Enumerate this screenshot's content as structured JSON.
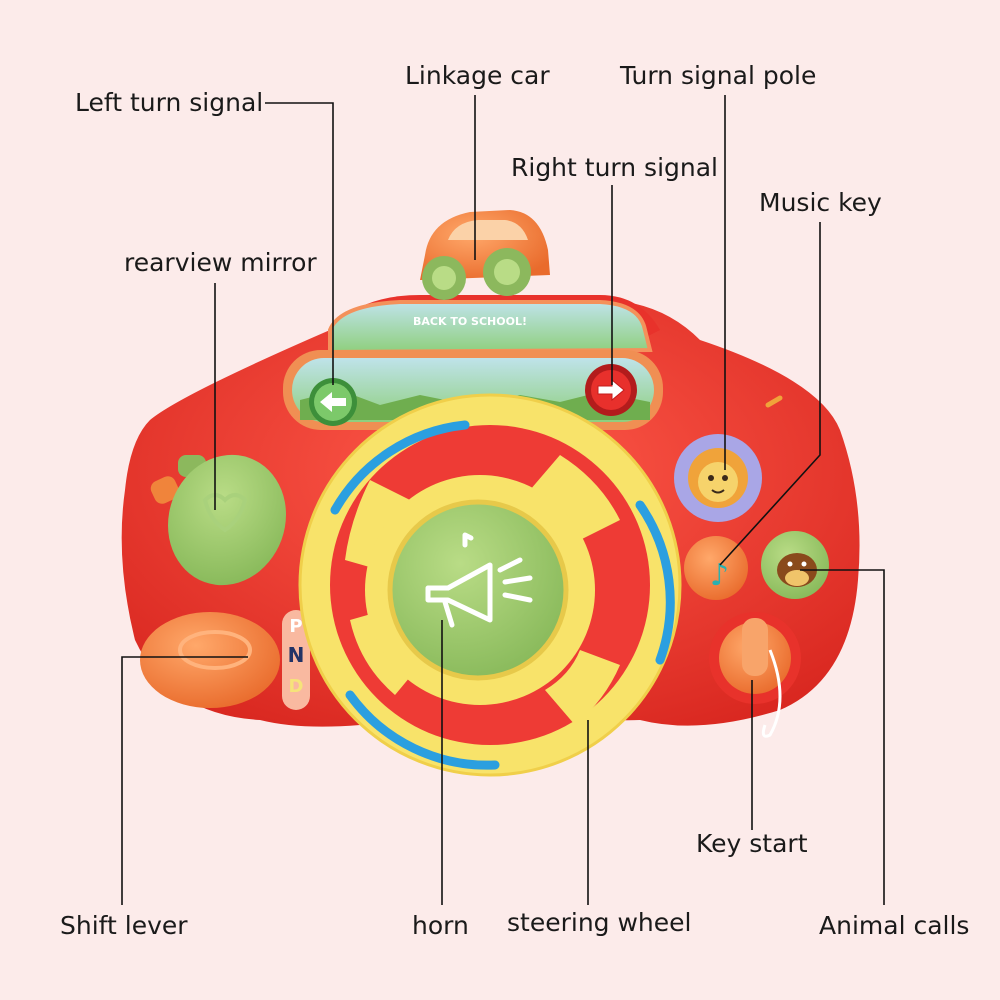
{
  "labels": {
    "left_turn_signal": "Left turn signal",
    "linkage_car": "Linkage car",
    "turn_signal_pole": "Turn signal pole",
    "right_turn_signal": "Right turn signal",
    "music_key": "Music key",
    "rearview_mirror": "rearview mirror",
    "shift_lever": "Shift lever",
    "horn": "horn",
    "steering_wheel": "steering wheel",
    "key_start": "Key start",
    "animal_calls": "Animal calls"
  },
  "toy": {
    "screen_text": "BACK TO SCHOOL!",
    "gear_letters": [
      "P",
      "N",
      "D"
    ]
  },
  "colors": {
    "background": "#fcebea",
    "body_red": "#ee3b35",
    "wheel_yellow": "#f8e36a",
    "wheel_blue": "#2b9fe0",
    "horn_green": "#9bcb6b",
    "car_orange": "#f08a3c",
    "leader_line": "#111111"
  }
}
